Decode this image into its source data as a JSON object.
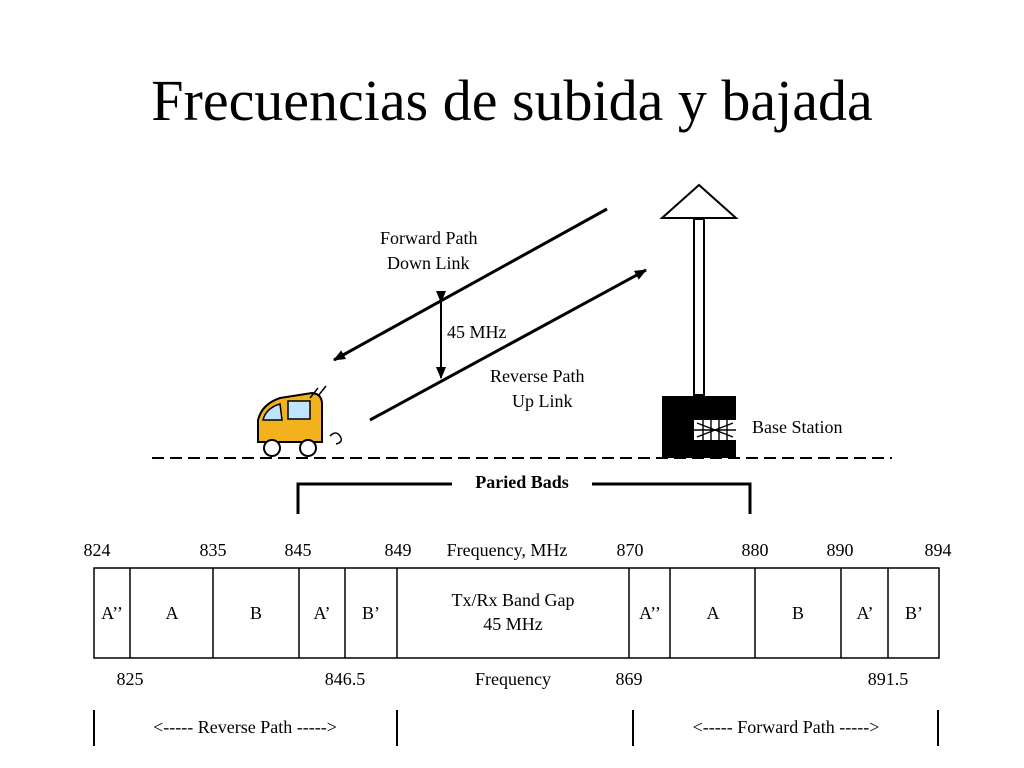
{
  "title": "Frecuencias de subida y bajada",
  "labels": {
    "forward_path_line1": "Forward Path",
    "forward_path_line2": "Down Link",
    "separation": "45 MHz",
    "reverse_path_line1": "Reverse Path",
    "reverse_path_line2": "Up Link",
    "base_station": "Base Station",
    "paired_bands": "Paried Bads",
    "frequency_mhz": "Frequency, MHz",
    "frequency": "Frequency",
    "gap_line1": "Tx/Rx Band Gap",
    "gap_line2": "45 MHz",
    "reverse_range": "<----- Reverse Path ----->",
    "forward_range": "<----- Forward Path ----->"
  },
  "top_ticks": [
    "824",
    "835",
    "845",
    "849",
    "870",
    "880",
    "890",
    "894"
  ],
  "bottom_ticks": [
    "825",
    "846.5",
    "869",
    "891.5"
  ],
  "cells": [
    "A’’",
    "A",
    "B",
    "A’",
    "B’",
    "A’’",
    "A",
    "B",
    "A’",
    "B’"
  ]
}
